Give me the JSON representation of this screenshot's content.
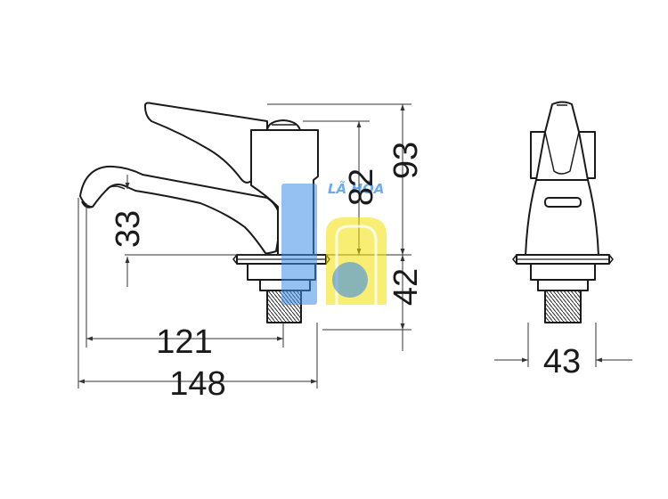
{
  "drawing": {
    "line_color": "#1a1a1a",
    "dimension_color": "#333333",
    "dimensions": {
      "spout_reach": "121",
      "overall_length": "148",
      "spout_height": "33",
      "body_height": "82",
      "overall_height": "93",
      "thread_length": "42",
      "body_width": "43"
    }
  },
  "watermark": {
    "text": "LÃ HÒA",
    "blue": "#3d8ee6",
    "yellow": "#f3e000",
    "opacity": 0.55
  }
}
